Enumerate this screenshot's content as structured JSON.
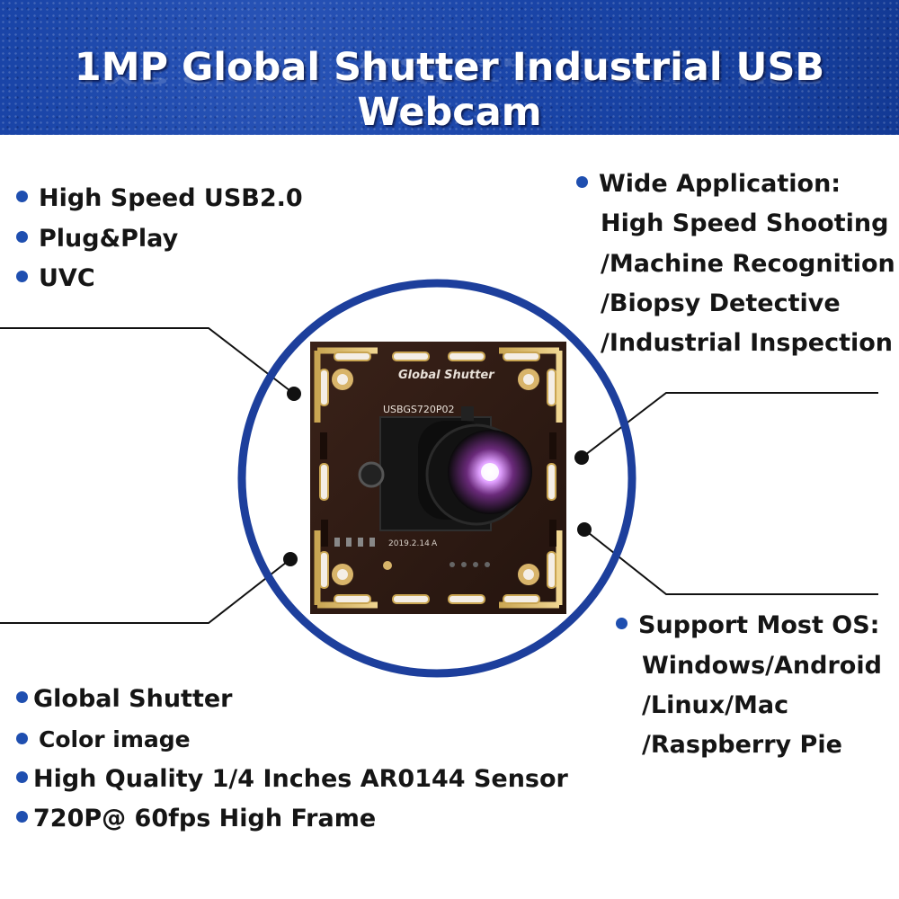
{
  "banner": {
    "title": "1MP Global Shutter Industrial USB Webcam"
  },
  "features_top_left": [
    "High Speed USB2.0",
    "Plug&Play",
    "UVC"
  ],
  "application": {
    "heading": "Wide Application:",
    "lines": [
      "High Speed Shooting",
      "/Machine Recognition",
      "/Biopsy Detective",
      "/Industrial Inspection"
    ]
  },
  "os": {
    "heading": "Support Most OS:",
    "lines": [
      "Windows/Android",
      "/Linux/Mac",
      "/Raspberry Pie"
    ]
  },
  "features_bottom_left": [
    "Global Shutter",
    "Color image",
    "High Quality 1/4 Inches AR0144 Sensor",
    "720P@ 60fps High Frame"
  ],
  "board": {
    "silk_top": "Global Shutter",
    "model": "USBGS720P02",
    "date": "2019.2.14",
    "rev": "A"
  },
  "colors": {
    "banner_blue": "#1a45a8",
    "bullet_blue": "#1f4fb0",
    "circle_blue": "#1d3f9c"
  }
}
